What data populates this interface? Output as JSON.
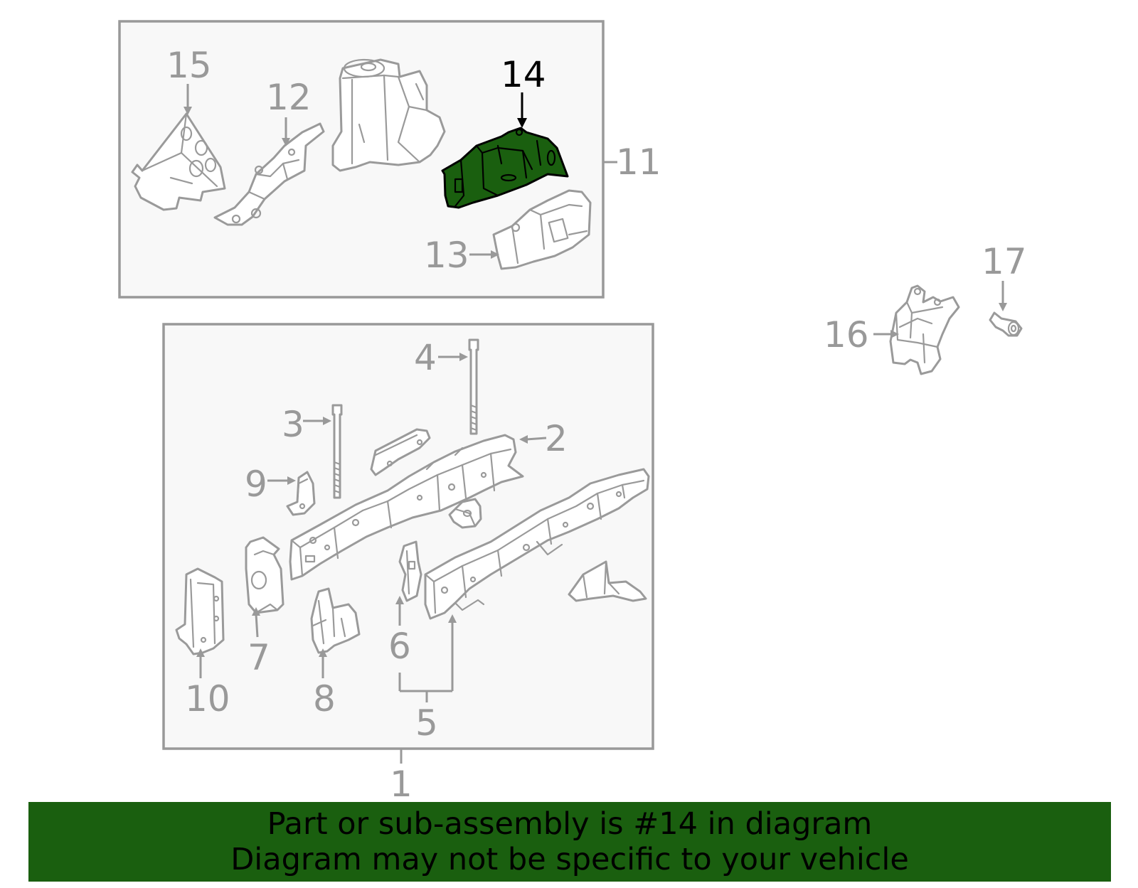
{
  "diagram": {
    "highlight_color": "#1a5f0f",
    "callouts": [
      {
        "id": "1",
        "label": "1"
      },
      {
        "id": "2",
        "label": "2"
      },
      {
        "id": "3",
        "label": "3"
      },
      {
        "id": "4",
        "label": "4"
      },
      {
        "id": "5",
        "label": "5"
      },
      {
        "id": "6",
        "label": "6"
      },
      {
        "id": "7",
        "label": "7"
      },
      {
        "id": "8",
        "label": "8"
      },
      {
        "id": "9",
        "label": "9"
      },
      {
        "id": "10",
        "label": "10"
      },
      {
        "id": "11",
        "label": "11"
      },
      {
        "id": "12",
        "label": "12"
      },
      {
        "id": "13",
        "label": "13"
      },
      {
        "id": "14",
        "label": "14"
      },
      {
        "id": "15",
        "label": "15"
      },
      {
        "id": "16",
        "label": "16"
      },
      {
        "id": "17",
        "label": "17"
      }
    ],
    "highlighted_part": "14"
  },
  "footer": {
    "line1": "Part or sub-assembly is #14 in diagram",
    "line2": "Diagram may not be specific to your vehicle",
    "background": "#1a5f0f"
  }
}
